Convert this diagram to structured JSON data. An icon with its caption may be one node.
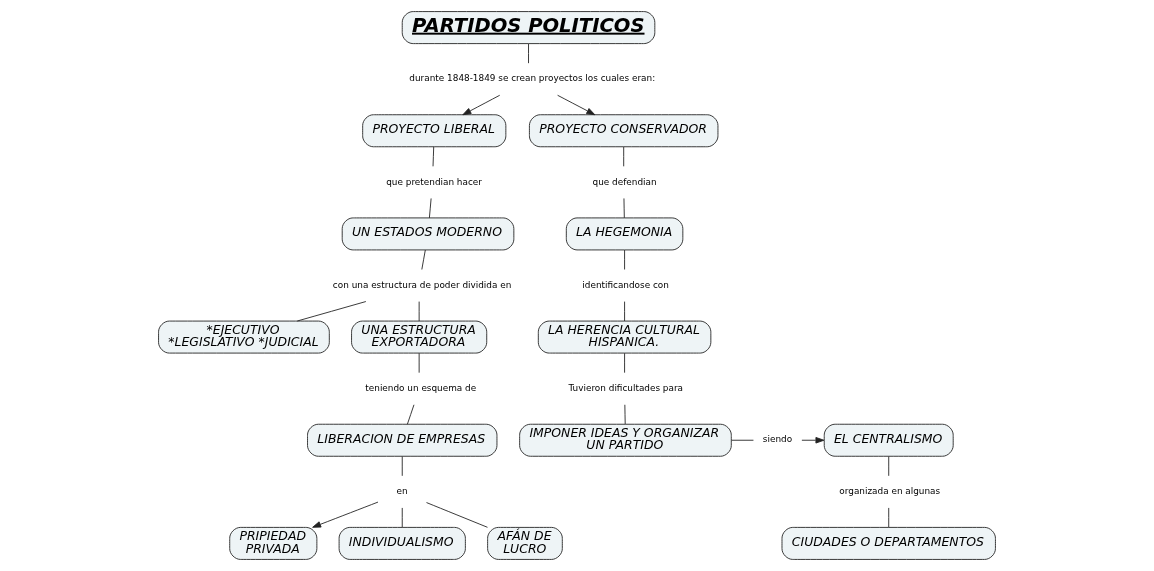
{
  "diagram": {
    "nodes": [
      {
        "text": [
          "PARTIDOS POLITICOS"
        ]
      },
      {
        "text": [
          "durante 1848-1849 se crean proyectos los cuales eran:"
        ]
      },
      {
        "text": [
          "PROYECTO LIBERAL"
        ]
      },
      {
        "text": [
          "PROYECTO CONSERVADOR"
        ]
      },
      {
        "text": [
          "que pretendian hacer"
        ]
      },
      {
        "text": [
          "UN ESTADOS MODERNO"
        ]
      },
      {
        "text": [
          "con una estructura de poder dividida en"
        ]
      },
      {
        "text": [
          "*EJECUTIVO *LEGISLATIVO *JUDICIAL"
        ]
      },
      {
        "text": [
          "UNA ESTRUCTURA EXPORTADORA"
        ]
      },
      {
        "text": [
          "teniendo un esquema de"
        ]
      },
      {
        "text": [
          "LIBERACION DE EMPRESAS"
        ]
      },
      {
        "text": [
          "en"
        ]
      },
      {
        "text": [
          "PRIPIEDAD PRIVADA"
        ]
      },
      {
        "text": [
          "INDIVIDUALISMO"
        ]
      },
      {
        "text": [
          "AFÁN DE LUCRO"
        ]
      },
      {
        "text": [
          "que defendian"
        ]
      },
      {
        "text": [
          "LA HEGEMONIA"
        ]
      },
      {
        "text": [
          "identificandose con"
        ]
      },
      {
        "text": [
          "LA HERENCIA CULTURAL HISPANICA."
        ]
      },
      {
        "text": [
          "Tuvieron dificultades para"
        ]
      },
      {
        "text": [
          "IMPONER IDEAS Y ORGANIZAR UN PARTIDO"
        ]
      },
      {
        "text": [
          "siendo"
        ]
      },
      {
        "text": [
          "EL CENTRALISMO"
        ]
      },
      {
        "text": [
          "organizada en algunas"
        ]
      },
      {
        "text": [
          "CIUDADES O DEPARTAMENTOS"
        ]
      }
    ],
    "edges": [
      {
        "from": 0,
        "to": 1,
        "arrow": "none"
      },
      {
        "from": 1,
        "to": 2,
        "arrow": "to"
      },
      {
        "from": 1,
        "to": 3,
        "arrow": "to"
      },
      {
        "from": 2,
        "to": 4,
        "arrow": "none"
      },
      {
        "from": 4,
        "to": 5,
        "arrow": "none"
      },
      {
        "from": 5,
        "to": 6,
        "arrow": "none"
      },
      {
        "from": 6,
        "to": 7,
        "arrow": "none"
      },
      {
        "from": 6,
        "to": 8,
        "arrow": "none"
      },
      {
        "from": 8,
        "to": 9,
        "arrow": "none"
      },
      {
        "from": 9,
        "to": 10,
        "arrow": "none"
      },
      {
        "from": 10,
        "to": 11,
        "arrow": "none"
      },
      {
        "from": 11,
        "to": 12,
        "arrow": "to"
      },
      {
        "from": 11,
        "to": 13,
        "arrow": "none"
      },
      {
        "from": 11,
        "to": 14,
        "arrow": "none"
      },
      {
        "from": 3,
        "to": 15,
        "arrow": "none"
      },
      {
        "from": 15,
        "to": 16,
        "arrow": "none"
      },
      {
        "from": 16,
        "to": 17,
        "arrow": "none"
      },
      {
        "from": 17,
        "to": 18,
        "arrow": "none"
      },
      {
        "from": 18,
        "to": 19,
        "arrow": "none"
      },
      {
        "from": 19,
        "to": 20,
        "arrow": "none"
      },
      {
        "from": 20,
        "to": 21,
        "arrow": "none"
      },
      {
        "from": 21,
        "to": 22,
        "arrow": "to"
      },
      {
        "from": 22,
        "to": 23,
        "arrow": "none"
      },
      {
        "from": 23,
        "to": 24,
        "arrow": "none"
      }
    ]
  }
}
